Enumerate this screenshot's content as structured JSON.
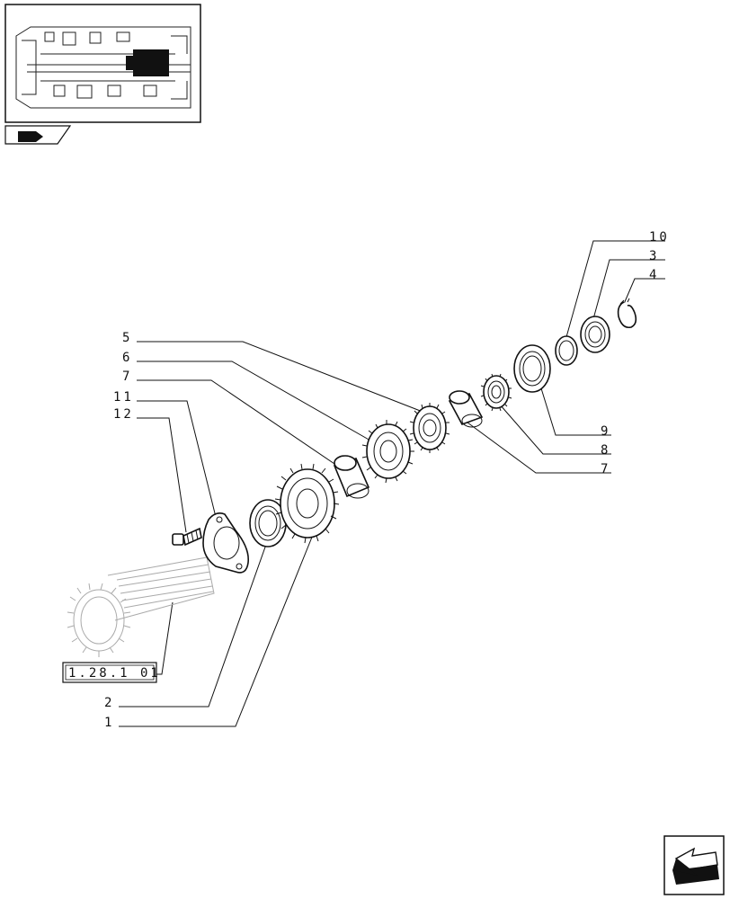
{
  "diagram": {
    "ref_box_label": "1.28.1 01",
    "callouts": {
      "c10": "10",
      "c3": "3",
      "c4": "4",
      "c5": "5",
      "c6": "6",
      "c7a": "7",
      "c11": "11",
      "c12": "12",
      "c9": "9",
      "c8": "8",
      "c7b": "7",
      "c2": "2",
      "c1": "1"
    }
  },
  "icons": {
    "thumbnail": "transmission-thumbnail-icon",
    "book": "book-nav-icon",
    "next": "next-page-arrow-icon"
  }
}
